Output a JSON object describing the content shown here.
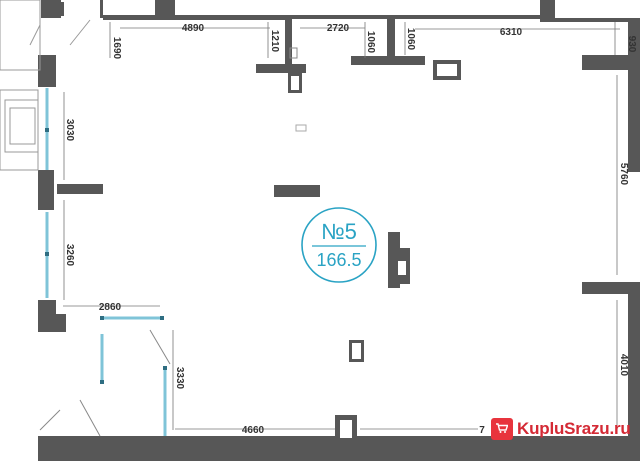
{
  "plan": {
    "unit_label": "№5",
    "area": "166.5",
    "dimensions": [
      "1690",
      "4890",
      "1210",
      "2720",
      "1060",
      "1060",
      "6310",
      "930",
      "3030",
      "5760",
      "3260",
      "2860",
      "3330",
      "4010",
      "4660",
      "7"
    ]
  },
  "watermark": {
    "text": "KupluSrazu.ru"
  },
  "colors": {
    "wall": "#575757",
    "window": "#7fc4d8",
    "accent": "#2aa3c4",
    "watermark": "#d42a35"
  }
}
